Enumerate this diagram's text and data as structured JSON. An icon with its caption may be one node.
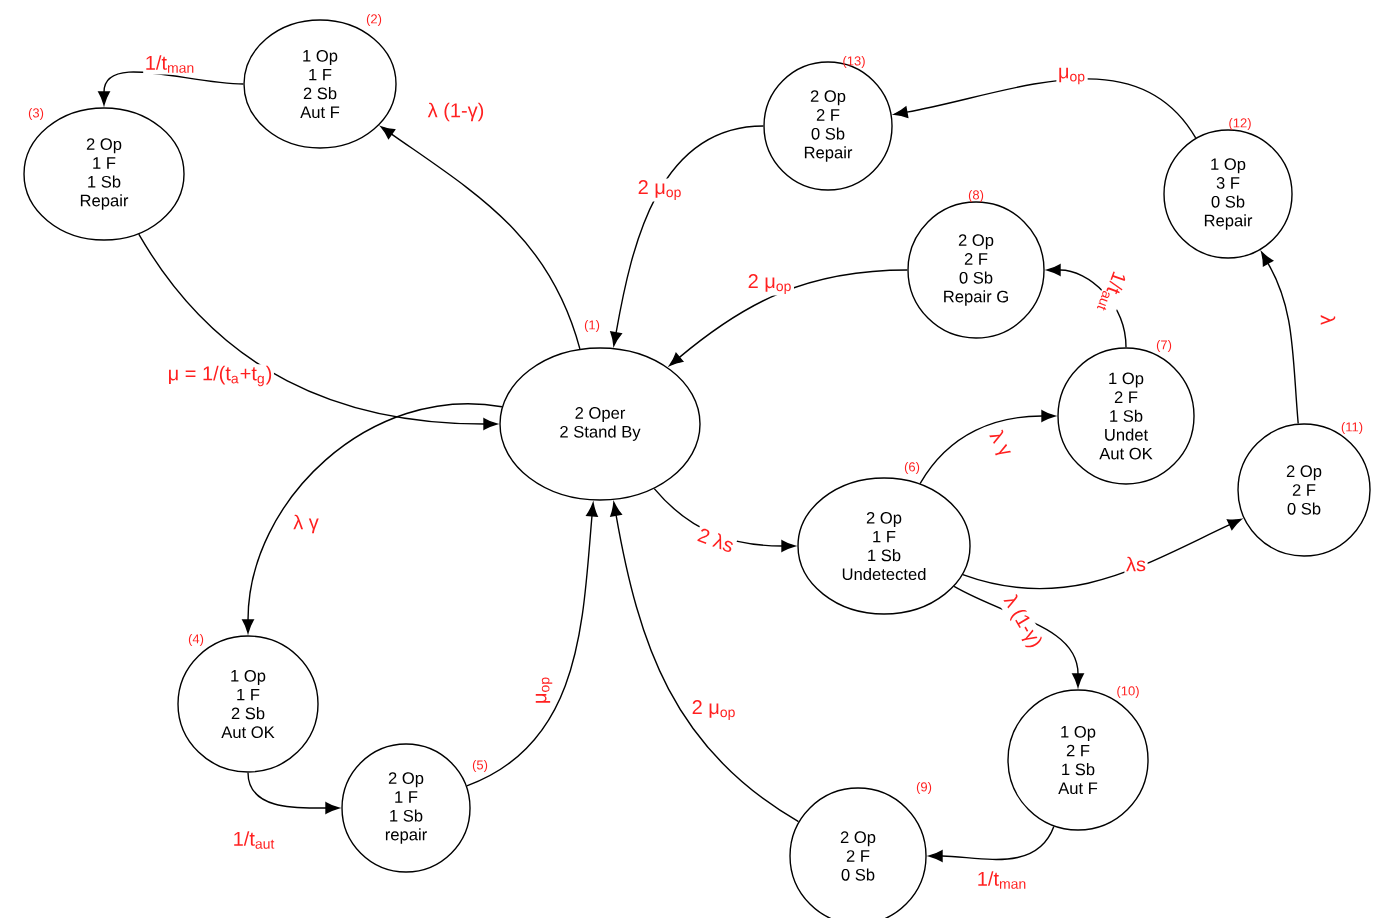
{
  "diagram": {
    "nodes": [
      {
        "text": [
          "2 Oper",
          "2 Stand By"
        ],
        "beside": [
          "(1)"
        ]
      },
      {
        "text": [
          "1 Op",
          "1 F",
          "2 Sb",
          "Aut F"
        ],
        "beside": [
          "(2)"
        ]
      },
      {
        "text": [
          "2 Op",
          "1 F",
          "1 Sb",
          "Repair"
        ],
        "beside": [
          "(3)"
        ]
      },
      {
        "text": [
          "1 Op",
          "1 F",
          "2 Sb",
          "Aut OK"
        ],
        "beside": [
          "(4)"
        ]
      },
      {
        "text": [
          "2 Op",
          "1 F",
          "1 Sb",
          "repair"
        ],
        "beside": [
          "(5)"
        ]
      },
      {
        "text": [
          "2 Op",
          "1 F",
          "1 Sb",
          "Undetected"
        ],
        "beside": [
          "(6)"
        ]
      },
      {
        "text": [
          "1 Op",
          "2 F",
          "1 Sb",
          "Undet",
          "Aut OK"
        ],
        "beside": [
          "(7)"
        ]
      },
      {
        "text": [
          "2 Op",
          "2 F",
          "0 Sb",
          "Repair G"
        ],
        "beside": [
          "(8)"
        ]
      },
      {
        "text": [
          "2 Op",
          "2 F",
          "0 Sb"
        ],
        "beside": [
          "(9)"
        ]
      },
      {
        "text": [
          "1 Op",
          "2 F",
          "1 Sb",
          "Aut F"
        ],
        "beside": [
          "(10)"
        ]
      },
      {
        "text": [
          "2 Op",
          "2 F",
          "0 Sb"
        ],
        "beside": [
          "(11)"
        ]
      },
      {
        "text": [
          "1 Op",
          "3 F",
          "0 Sb",
          "Repair"
        ],
        "beside": [
          "(12)"
        ]
      },
      {
        "text": [
          "2 Op",
          "2 F",
          "0 Sb",
          "Repair"
        ],
        "beside": [
          "(13)"
        ]
      }
    ],
    "edges": [
      {
        "from": 0,
        "to": 1,
        "arrow": "to",
        "label": "λ (1-γ)"
      },
      {
        "from": 1,
        "to": 2,
        "arrow": "to",
        "label": "1/t$_{man}$"
      },
      {
        "from": 2,
        "to": 0,
        "arrow": "to",
        "label": "μ = 1/(t$_{a}$+t$_{g}$)"
      },
      {
        "from": 0,
        "to": 3,
        "arrow": "to",
        "label": "λ γ"
      },
      {
        "from": 3,
        "to": 4,
        "arrow": "to",
        "label": "1/t$_{aut}$"
      },
      {
        "from": 4,
        "to": 0,
        "arrow": "to",
        "label": "μ$_{op}$"
      },
      {
        "from": 8,
        "to": 0,
        "arrow": "to",
        "label": "2 μ$_{op}$"
      },
      {
        "from": 0,
        "to": 5,
        "arrow": "to",
        "label": "2 λs"
      },
      {
        "from": 5,
        "to": 6,
        "arrow": "to",
        "label": "λ γ"
      },
      {
        "from": 6,
        "to": 7,
        "arrow": "to",
        "label": "1/t$_{aut}$"
      },
      {
        "from": 7,
        "to": 0,
        "arrow": "to",
        "label": "2 μ$_{op}$"
      },
      {
        "from": 12,
        "to": 0,
        "arrow": "to",
        "label": "2 μ$_{op}$"
      },
      {
        "from": 11,
        "to": 12,
        "arrow": "to",
        "label": "μ$_{op}$"
      },
      {
        "from": 10,
        "to": 11,
        "arrow": "to",
        "label": "λ"
      },
      {
        "from": 5,
        "to": 10,
        "arrow": "to",
        "label": "λs"
      },
      {
        "from": 5,
        "to": 9,
        "arrow": "to",
        "label": "λ (1-γ)"
      },
      {
        "from": 9,
        "to": 8,
        "arrow": "to",
        "label": "1/t$_{man}$"
      }
    ]
  }
}
